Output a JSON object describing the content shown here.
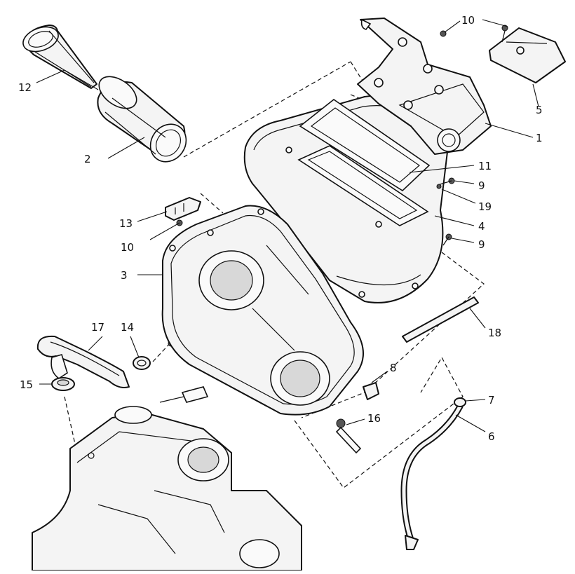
{
  "callouts": [
    {
      "label": "1"
    },
    {
      "label": "2"
    },
    {
      "label": "3"
    },
    {
      "label": "4"
    },
    {
      "label": "5"
    },
    {
      "label": "6"
    },
    {
      "label": "7"
    },
    {
      "label": "8"
    },
    {
      "label": "9"
    },
    {
      "label": "9"
    },
    {
      "label": "10"
    },
    {
      "label": "10"
    },
    {
      "label": "11"
    },
    {
      "label": "12"
    },
    {
      "label": "13"
    },
    {
      "label": "14"
    },
    {
      "label": "15"
    },
    {
      "label": "16"
    },
    {
      "label": "17"
    },
    {
      "label": "18"
    },
    {
      "label": "19"
    }
  ]
}
